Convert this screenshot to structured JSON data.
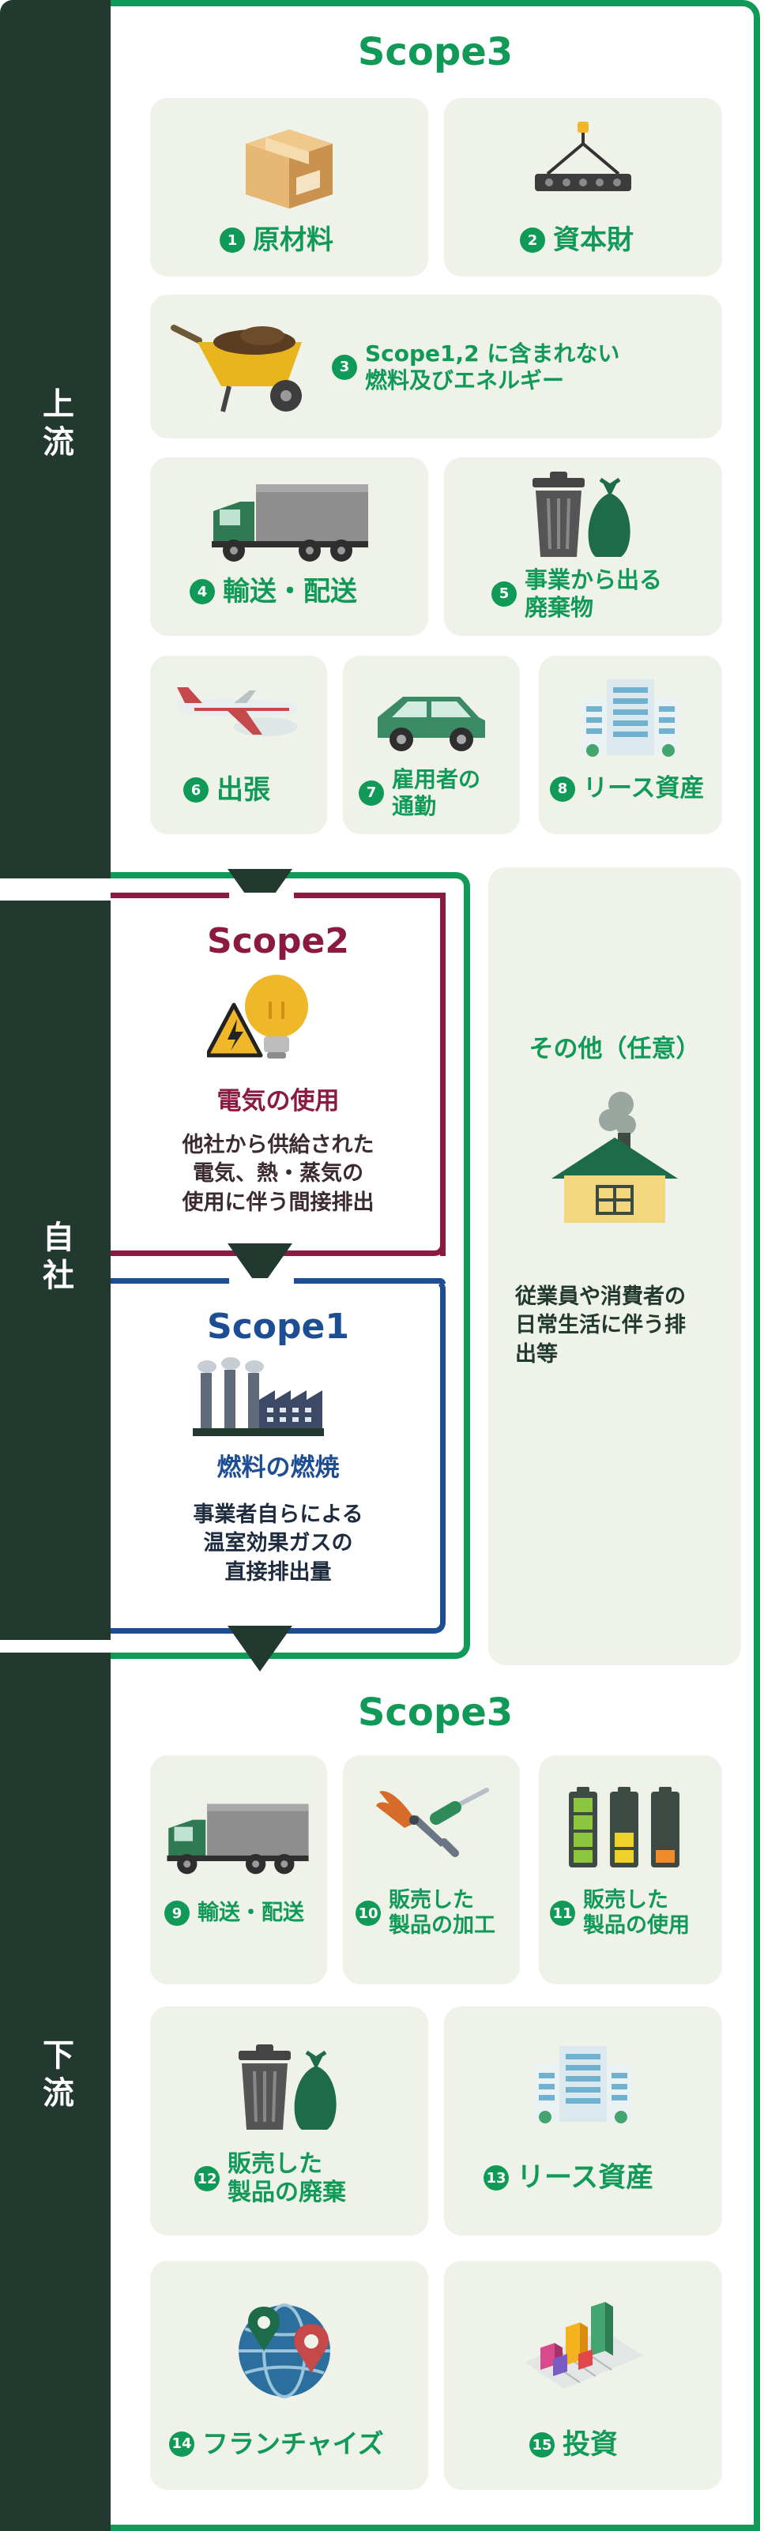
{
  "sections": {
    "upstream": "上流",
    "own": "自社",
    "downstream": "下流"
  },
  "upstream": {
    "title": "Scope3",
    "items": [
      {
        "num": "1",
        "label": "原材料",
        "icon": "cardboard-box-icon"
      },
      {
        "num": "2",
        "label": "資本財",
        "icon": "crane-hook-icon"
      },
      {
        "num": "3",
        "label1": "Scope1,2 に含まれない",
        "label2": "燃料及びエネルギー",
        "icon": "wheelbarrow-icon"
      },
      {
        "num": "4",
        "label": "輸送・配送",
        "icon": "truck-icon"
      },
      {
        "num": "5",
        "label1": "事業から出る",
        "label2": "廃棄物",
        "icon": "trash-bin-icon"
      },
      {
        "num": "6",
        "label": "出張",
        "icon": "airplane-icon"
      },
      {
        "num": "7",
        "label1": "雇用者の",
        "label2": "通勤",
        "icon": "car-icon"
      },
      {
        "num": "8",
        "label": "リース資産",
        "icon": "office-building-icon"
      }
    ]
  },
  "scope2": {
    "title": "Scope2",
    "subtitle": "電気の使用",
    "desc1": "他社から供給された",
    "desc2": "電気、熱・蒸気の",
    "desc3": "使用に伴う間接排出",
    "icon": "lightbulb-high-voltage-icon"
  },
  "scope1": {
    "title": "Scope1",
    "subtitle": "燃料の燃焼",
    "desc1": "事業者自らによる",
    "desc2": "温室効果ガスの",
    "desc3": "直接排出量",
    "icon": "factory-icon"
  },
  "other": {
    "title": "その他（任意）",
    "desc1": "従業員や消費者の",
    "desc2": "日常生活に伴う排",
    "desc3": "出等",
    "icon": "house-chimney-icon"
  },
  "downstream": {
    "title": "Scope3",
    "items": [
      {
        "num": "9",
        "label": "輸送・配送",
        "icon": "truck-icon"
      },
      {
        "num": "10",
        "label1": "販売した",
        "label2": "製品の加工",
        "icon": "pliers-screwdriver-icon"
      },
      {
        "num": "11",
        "label1": "販売した",
        "label2": "製品の使用",
        "icon": "batteries-icon"
      },
      {
        "num": "12",
        "label1": "販売した",
        "label2": "製品の廃棄",
        "icon": "trash-bin-icon"
      },
      {
        "num": "13",
        "label": "リース資産",
        "icon": "office-building-icon"
      },
      {
        "num": "14",
        "label": "フランチャイズ",
        "icon": "globe-pins-icon"
      },
      {
        "num": "15",
        "label": "投資",
        "icon": "bar-chart-icon"
      }
    ]
  },
  "colors": {
    "dark_band": "#22392f",
    "green": "#119a57",
    "card_bg": "#eef2e8",
    "scope2": "#8b1a3f",
    "scope1": "#1d4d92"
  }
}
